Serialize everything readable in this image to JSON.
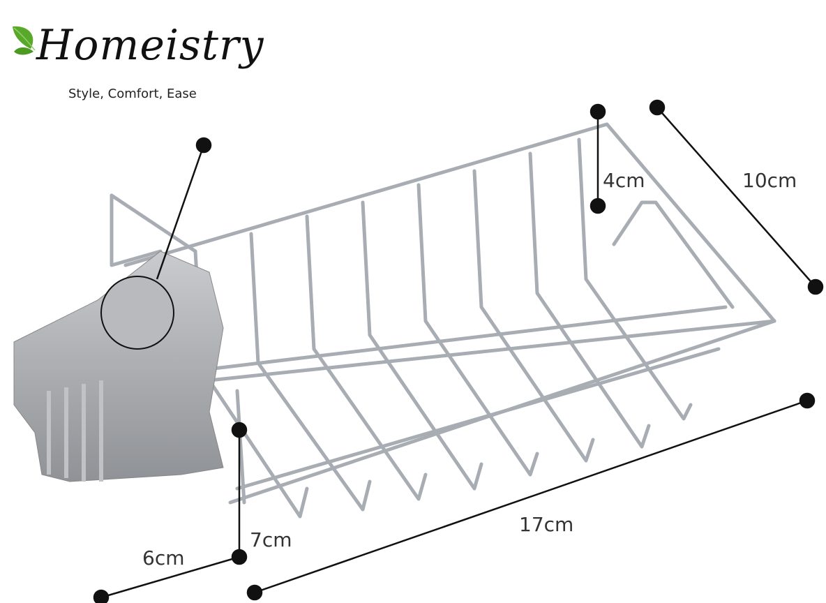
{
  "brand": {
    "name": "Homeistry",
    "tagline": "Style, Comfort, Ease",
    "leaf_color": "#5aa82a"
  },
  "product": {
    "description": "Stainless steel wire sink caddy rack with grey faucet clamp",
    "wire_color": "#b8bcc2",
    "clamp_color": "#a9acb0"
  },
  "dimensions": {
    "height_inner": "4cm",
    "depth": "10cm",
    "length": "17cm",
    "height_outer": "7cm",
    "clamp_width": "6cm"
  }
}
